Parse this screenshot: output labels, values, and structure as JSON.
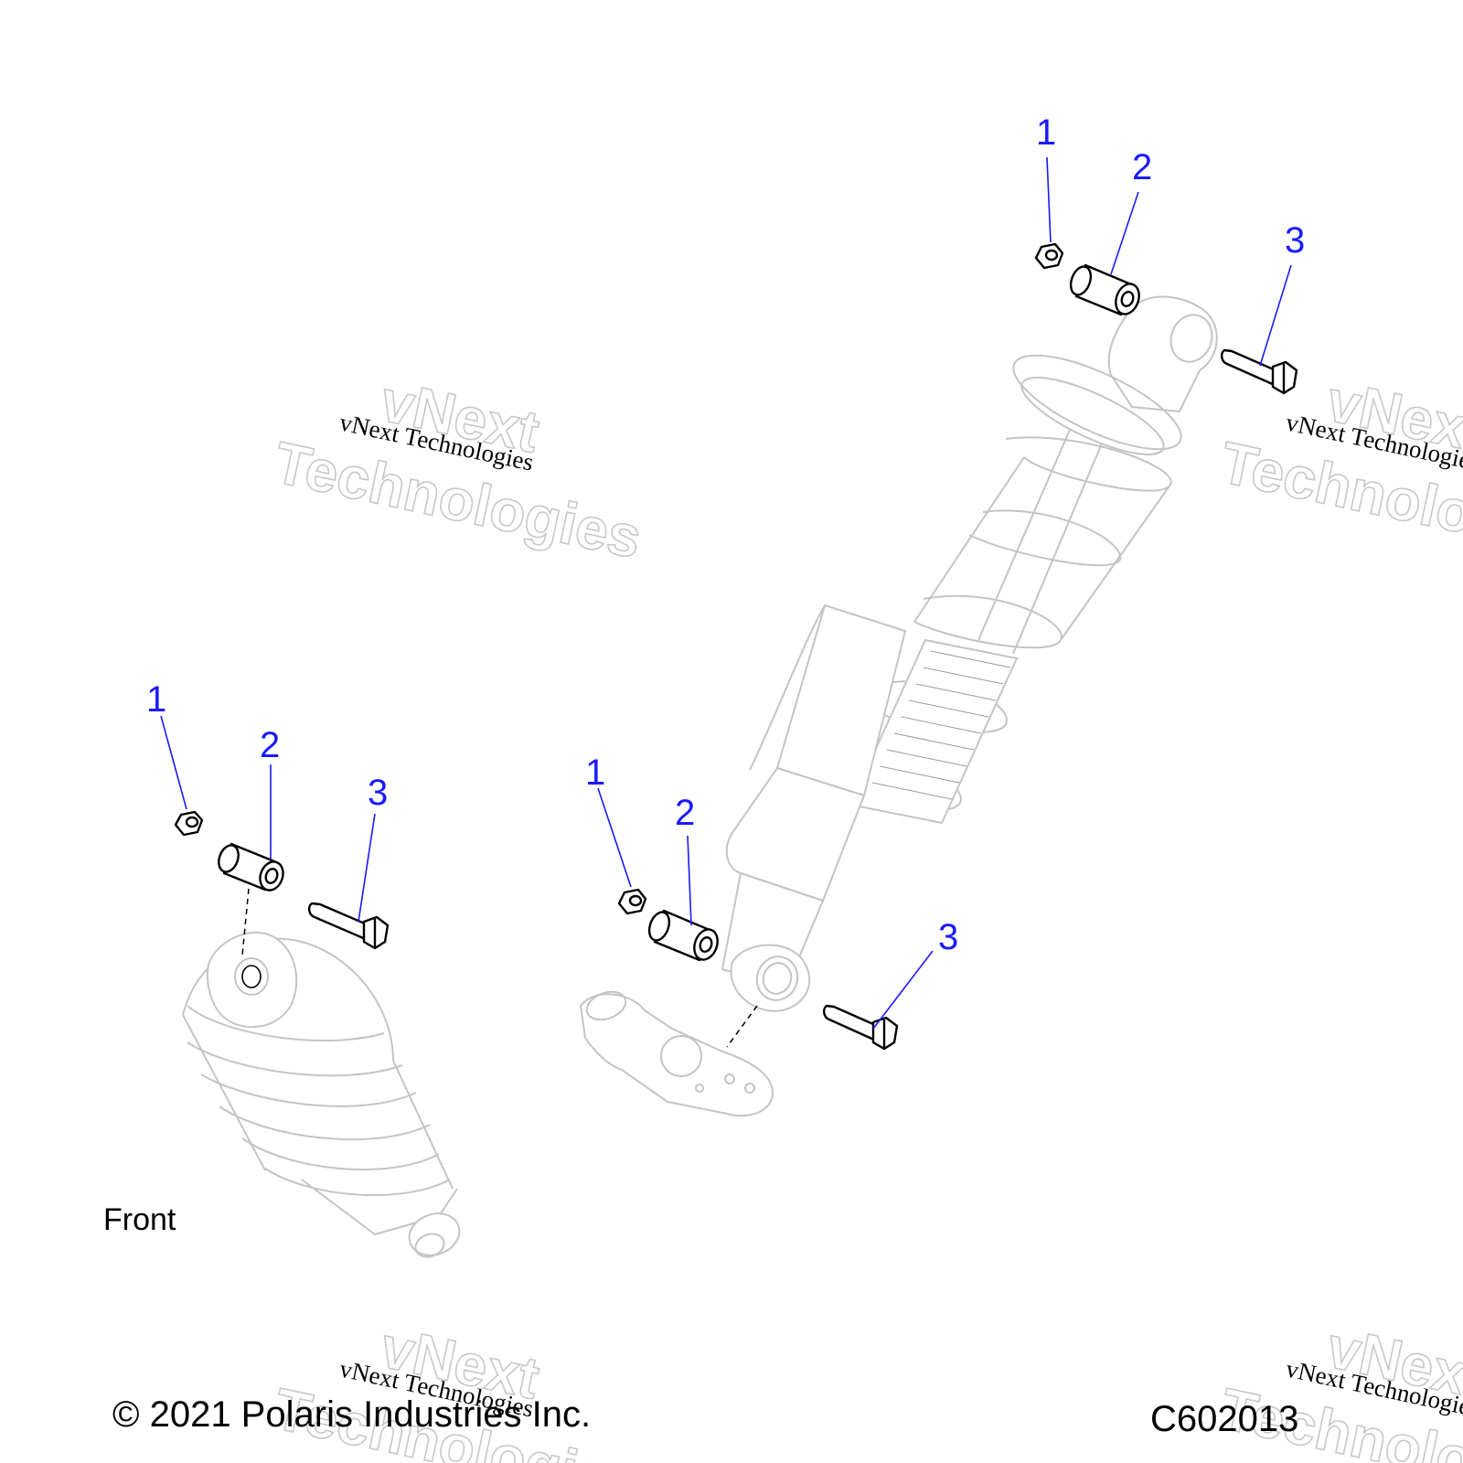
{
  "callouts": {
    "left": {
      "nut": "1",
      "bushing": "2",
      "bolt": "3"
    },
    "middle": {
      "nut": "1",
      "bushing": "2",
      "bolt": "3"
    },
    "top": {
      "nut": "1",
      "bushing": "2",
      "bolt": "3"
    }
  },
  "labels": {
    "front": "Front",
    "copyright": "© 2021 Polaris Industries Inc.",
    "diagram_code": "C602013"
  },
  "watermark": {
    "line_small": "vNext Technologies",
    "word_top": "vNext",
    "word_bottom": "Technologies"
  },
  "colors": {
    "callout": "#1a1aff",
    "ghost_line": "#c4c4c4",
    "part_line": "#000000"
  }
}
